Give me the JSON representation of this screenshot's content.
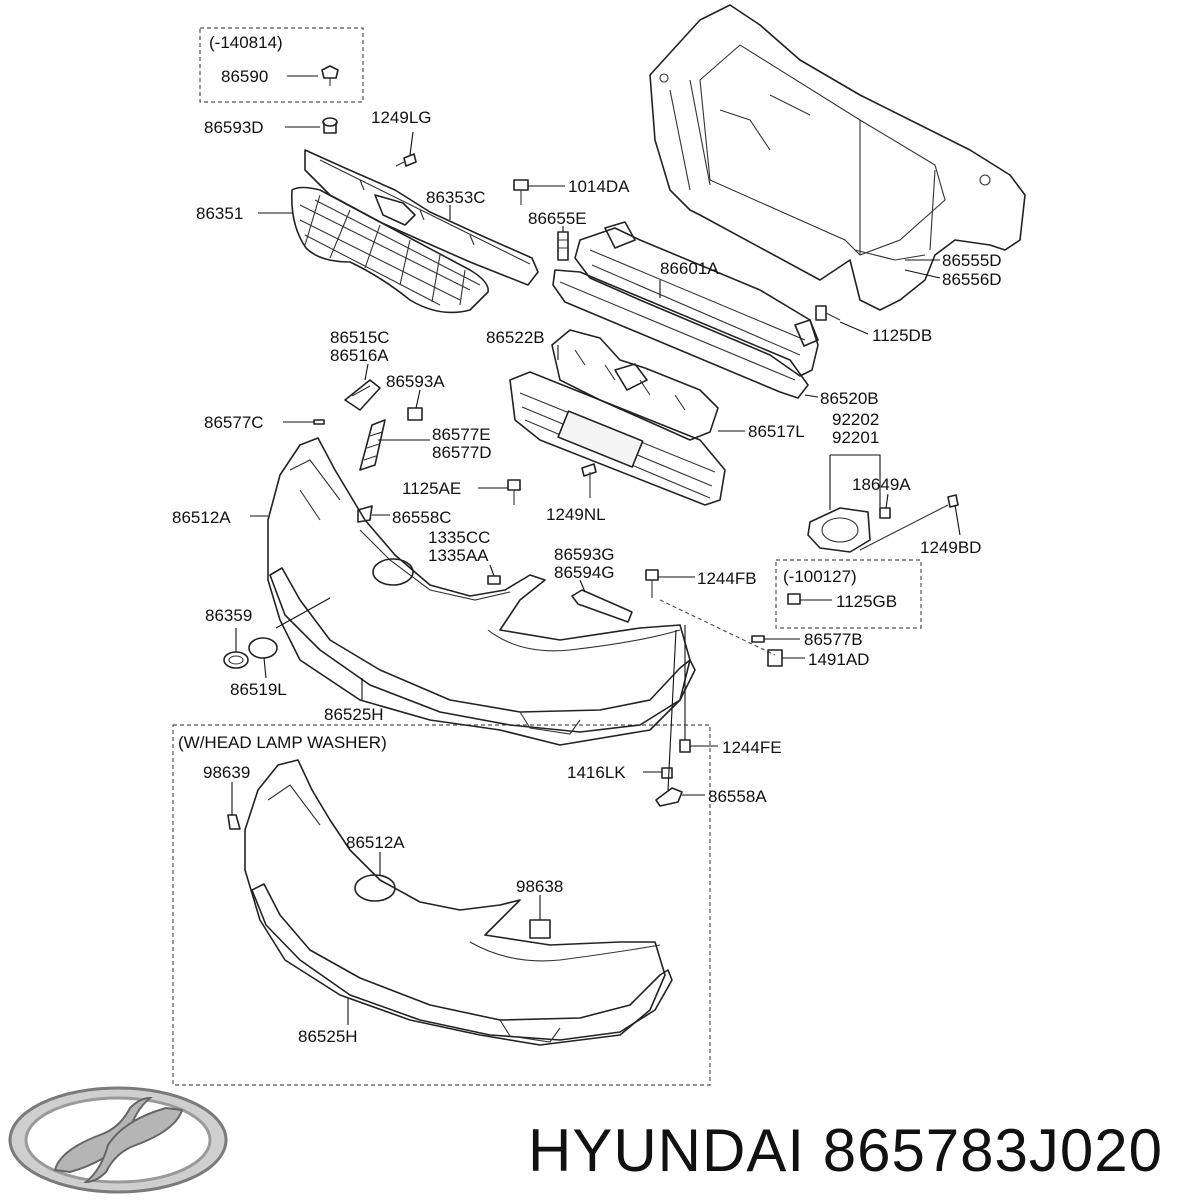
{
  "brand": "HYUNDAI",
  "part_number": "865783J020",
  "variant_boxes": {
    "top_left": "(-140814)",
    "right": "(-100127)",
    "washer": "(W/HEAD LAMP WASHER)"
  },
  "labels": {
    "p86590": "86590",
    "p86593D": "86593D",
    "p1249LG": "1249LG",
    "p1014DA": "1014DA",
    "p86353C": "86353C",
    "p86351": "86351",
    "p86655E": "86655E",
    "p86601A": "86601A",
    "p86555D": "86555D",
    "p86556D": "86556D",
    "p1125DB": "1125DB",
    "p86515C": "86515C",
    "p86516A": "86516A",
    "p86593A": "86593A",
    "p86522B": "86522B",
    "p86520B": "86520B",
    "p86577C": "86577C",
    "p86577E": "86577E",
    "p86577D": "86577D",
    "p92202": "92202",
    "p92201": "92201",
    "p86517L": "86517L",
    "p18649A": "18649A",
    "p1125AE": "1125AE",
    "p1249NL": "1249NL",
    "p86512A": "86512A",
    "p86558C": "86558C",
    "p1249BD": "1249BD",
    "p1335CC": "1335CC",
    "p1335AA": "1335AA",
    "p86593G": "86593G",
    "p86594G": "86594G",
    "p1244FB": "1244FB",
    "p1125GB": "1125GB",
    "p86359": "86359",
    "p86577B": "86577B",
    "p1491AD": "1491AD",
    "p86519L": "86519L",
    "p86525H": "86525H",
    "p1244FE": "1244FE",
    "p1416LK": "1416LK",
    "p86558A": "86558A",
    "p98639": "98639",
    "p86512A_w": "86512A",
    "p98638": "98638",
    "p86525H_w": "86525H"
  }
}
